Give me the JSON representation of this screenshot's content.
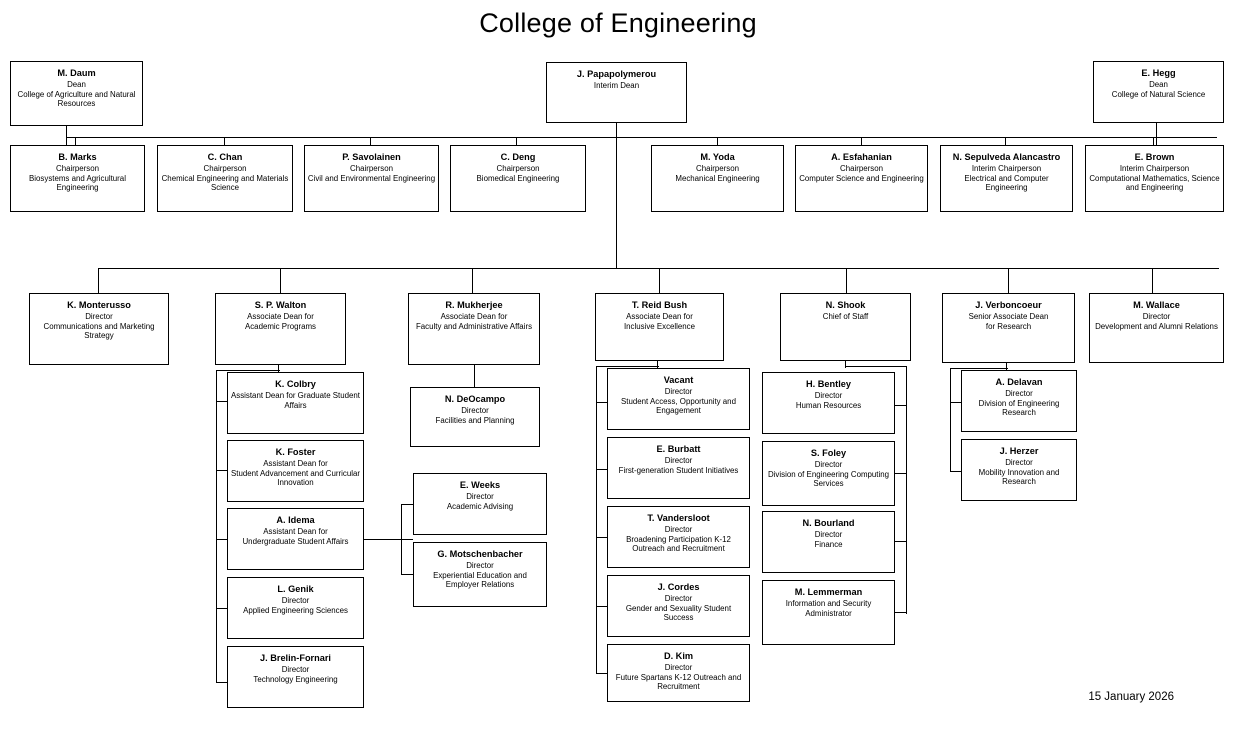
{
  "title": "College of Engineering",
  "date": "15 January 2026",
  "nodes": {
    "daum": {
      "name": "M. Daum",
      "role": "Dean",
      "unit": "College of Agriculture and Natural Resources"
    },
    "papapolymerou": {
      "name": "J. Papapolymerou",
      "role": "Interim Dean",
      "unit": ""
    },
    "hegg": {
      "name": "E. Hegg",
      "role": "Dean",
      "unit": "College of Natural Science"
    },
    "marks": {
      "name": "B. Marks",
      "role": "Chairperson",
      "unit": "Biosystems and Agricultural Engineering"
    },
    "chan": {
      "name": "C. Chan",
      "role": "Chairperson",
      "unit": "Chemical Engineering and Materials Science"
    },
    "savolainen": {
      "name": "P. Savolainen",
      "role": "Chairperson",
      "unit": "Civil and Environmental Engineering"
    },
    "deng": {
      "name": "C. Deng",
      "role": "Chairperson",
      "unit": "Biomedical Engineering"
    },
    "yoda": {
      "name": "M. Yoda",
      "role": "Chairperson",
      "unit": "Mechanical Engineering"
    },
    "esfahanian": {
      "name": "A. Esfahanian",
      "role": "Chairperson",
      "unit": "Computer Science and Engineering"
    },
    "sepulveda": {
      "name": "N. Sepulveda Alancastro",
      "role": "Interim Chairperson",
      "unit": "Electrical and Computer Engineering"
    },
    "brown": {
      "name": "E. Brown",
      "role": "Interim Chairperson",
      "unit": "Computational Mathematics, Science and Engineering"
    },
    "monterusso": {
      "name": "K. Monterusso",
      "role": "Director",
      "unit": "Communications and Marketing Strategy"
    },
    "walton": {
      "name": "S. P. Walton",
      "role": "Associate Dean for",
      "unit": "Academic Programs"
    },
    "mukherjee": {
      "name": "R. Mukherjee",
      "role": "Associate Dean for",
      "unit": "Faculty and Administrative Affairs"
    },
    "reidbush": {
      "name": "T. Reid Bush",
      "role": "Associate Dean for",
      "unit": "Inclusive Excellence"
    },
    "shook": {
      "name": "N. Shook",
      "role": "Chief of Staff",
      "unit": ""
    },
    "verboncoeur": {
      "name": "J. Verboncoeur",
      "role": "Senior Associate Dean",
      "unit": "for Research"
    },
    "wallace": {
      "name": "M. Wallace",
      "role": "Director",
      "unit": "Development and Alumni Relations"
    },
    "colbry": {
      "name": "K. Colbry",
      "role": "Assistant Dean for Graduate Student Affairs",
      "unit": ""
    },
    "foster": {
      "name": "K. Foster",
      "role": "Assistant Dean for",
      "unit": "Student Advancement and Curricular Innovation"
    },
    "idema": {
      "name": "A. Idema",
      "role": "Assistant Dean for",
      "unit": "Undergraduate Student Affairs"
    },
    "genik": {
      "name": "L. Genik",
      "role": "Director",
      "unit": "Applied Engineering Sciences"
    },
    "brelinfornari": {
      "name": "J. Brelin-Fornari",
      "role": "Director",
      "unit": "Technology Engineering"
    },
    "deocampo": {
      "name": "N. DeOcampo",
      "role": "Director",
      "unit": "Facilities and Planning"
    },
    "weeks": {
      "name": "E. Weeks",
      "role": "Director",
      "unit": "Academic Advising"
    },
    "motschenbacher": {
      "name": "G. Motschenbacher",
      "role": "Director",
      "unit": "Experiential Education and Employer Relations"
    },
    "vacant": {
      "name": "Vacant",
      "role": "Director",
      "unit": "Student Access, Opportunity and Engagement"
    },
    "burbatt": {
      "name": "E. Burbatt",
      "role": "Director",
      "unit": "First-generation Student Initiatives"
    },
    "vandersloot": {
      "name": "T. Vandersloot",
      "role": "Director",
      "unit": "Broadening Participation K-12 Outreach and Recruitment"
    },
    "cordes": {
      "name": "J. Cordes",
      "role": "Director",
      "unit": "Gender and Sexuality Student Success"
    },
    "kim": {
      "name": "D. Kim",
      "role": "Director",
      "unit": "Future Spartans K-12 Outreach and Recruitment"
    },
    "bentley": {
      "name": "H. Bentley",
      "role": "Director",
      "unit": "Human Resources"
    },
    "foley": {
      "name": "S. Foley",
      "role": "Director",
      "unit": "Division of Engineering Computing Services"
    },
    "bourland": {
      "name": "N. Bourland",
      "role": "Director",
      "unit": "Finance"
    },
    "lemmerman": {
      "name": "M. Lemmerman",
      "role": "Information and Security Administrator",
      "unit": ""
    },
    "delavan": {
      "name": "A. Delavan",
      "role": "Director",
      "unit": "Division of Engineering Research"
    },
    "herzer": {
      "name": "J. Herzer",
      "role": "Director",
      "unit": "Mobility Innovation and Research"
    }
  }
}
